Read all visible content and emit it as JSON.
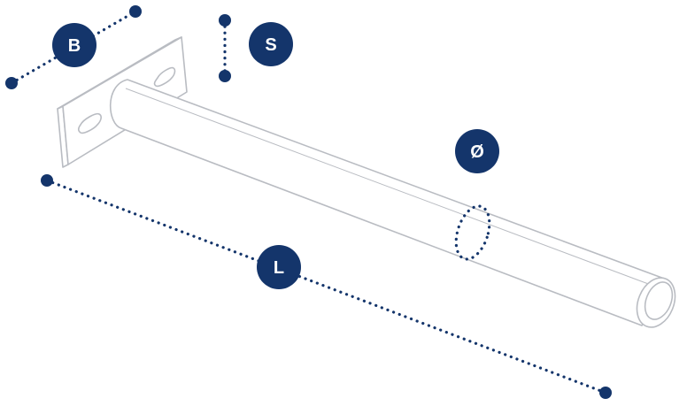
{
  "labels": {
    "width": "B",
    "thickness": "S",
    "diameter": "Ø",
    "length": "L"
  },
  "colors": {
    "marker": "#14356b",
    "outline": "#b9bcc2",
    "fill": "#ffffff"
  }
}
